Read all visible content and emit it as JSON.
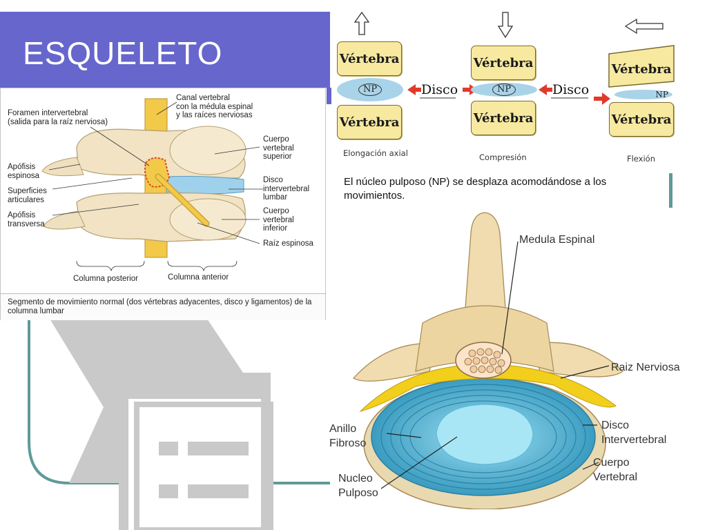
{
  "slide": {
    "title": "ESQUELETO",
    "accent_color": "#6666cc",
    "teal_color": "#5f9a98"
  },
  "lumbar": {
    "labels": {
      "canal": "Canal vertebral\ncon la médula espinal\ny las raíces nerviosas",
      "foramen": "Foramen intervertebral\n(salida para la raíz nerviosa)",
      "cuerpo_superior": "Cuerpo\nvertebral\nsuperior",
      "apofisis_espinosa": "Apófisis\nespinosa",
      "superficies": "Superficies\narticulares",
      "disco": "Disco\nintervertebral\nlumbar",
      "apofisis_transversa": "Apófisis\ntransversa",
      "cuerpo_inferior": "Cuerpo\nvertebral\ninferior",
      "raiz": "Raíz espinosa",
      "columna_posterior": "Columna posterior",
      "columna_anterior": "Columna anterior"
    },
    "caption": "Segmento de movimiento normal (dos vértebras adyacentes, disco y ligamentos) de la columna lumbar"
  },
  "disc_figure": {
    "vertebra_label": "Vértebra",
    "np_label": "NP",
    "disco_label": "Disco",
    "captions": {
      "axial": "Elongación axial",
      "compresion": "Compresión",
      "flexion": "Flexión"
    }
  },
  "np_description": "El núcleo pulposo (NP) se desplaza acomodándose a los movimientos.",
  "cross_section": {
    "labels": {
      "medula": "Medula Espinal",
      "raiz": "Raiz Nerviosa",
      "anillo": "Anillo\nFibroso",
      "disco": "Disco\nIntervertebral",
      "nucleo": "Nucleo\nPulposo",
      "cuerpo": "Cuerpo\nVertebral"
    }
  }
}
